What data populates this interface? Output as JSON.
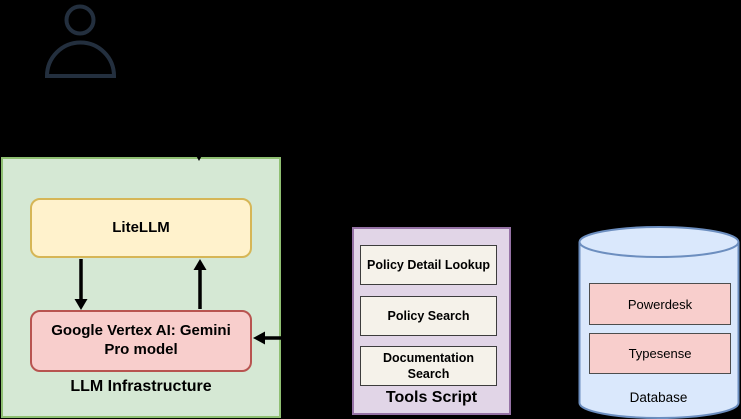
{
  "diagram": {
    "background_color": "#000000",
    "actor": {
      "name": "user",
      "icon": "person-icon",
      "color": "#232f3e"
    },
    "groups": {
      "llm_infrastructure": {
        "label": "LLM Infrastructure",
        "fill": "#d5e8d4",
        "stroke": "#8fbf72",
        "nodes": [
          {
            "id": "litellm",
            "label": "LiteLLM",
            "fill": "#fff2cc",
            "stroke": "#d6b656"
          },
          {
            "id": "vertex-gemini",
            "label": "Google Vertex AI: Gemini Pro model",
            "fill": "#f8cecc",
            "stroke": "#b85450"
          }
        ]
      },
      "tools_script": {
        "label": "Tools Script",
        "fill": "#e1d5e7",
        "stroke": "#9673a6",
        "tools": [
          {
            "label": "Policy Detail Lookup"
          },
          {
            "label": "Policy Search"
          },
          {
            "label": "Documentation Search"
          }
        ]
      },
      "database": {
        "label": "Database",
        "shape": "cylinder",
        "fill": "#dae8fc",
        "stroke": "#6c8ebf",
        "items": [
          {
            "label": "Powerdesk"
          },
          {
            "label": "Typesense"
          }
        ]
      }
    },
    "edges": [
      {
        "from": "user",
        "to": "llm_infrastructure",
        "type": "arrow"
      },
      {
        "from": "litellm",
        "to": "vertex-gemini",
        "type": "arrow"
      },
      {
        "from": "vertex-gemini",
        "to": "litellm",
        "type": "arrow"
      },
      {
        "from": "tools_script",
        "to": "vertex-gemini",
        "type": "arrow"
      }
    ],
    "edge_color": "#000000"
  }
}
